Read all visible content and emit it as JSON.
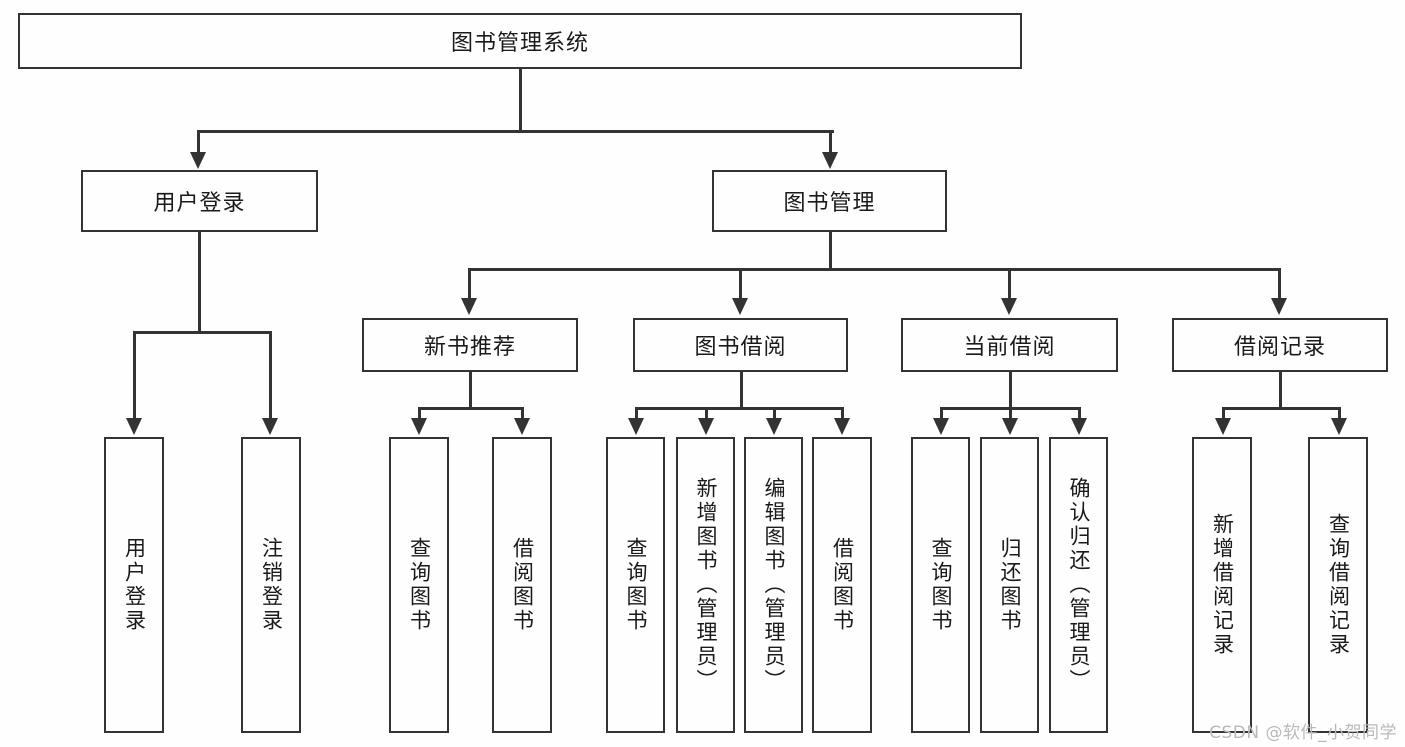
{
  "diagram": {
    "title": "图书管理系统",
    "type": "hierarchy-tree",
    "watermark": "CSDN @软件_小贺同学",
    "colors": {
      "line": "#333333",
      "box_border": "#333333",
      "box_fill": "#fefefe",
      "text": "#1a1a1a",
      "watermark": "#b9b9b9"
    },
    "levels": {
      "root": {
        "label": "图书管理系统"
      },
      "level2": [
        {
          "label": "用户登录"
        },
        {
          "label": "图书管理"
        }
      ],
      "level3": [
        {
          "label": "新书推荐"
        },
        {
          "label": "图书借阅"
        },
        {
          "label": "当前借阅"
        },
        {
          "label": "借阅记录"
        }
      ],
      "leaves": {
        "user_login": [
          {
            "label": "用户登录"
          },
          {
            "label": "注销登录"
          }
        ],
        "new_book_recommend": [
          {
            "label": "查询图书"
          },
          {
            "label": "借阅图书"
          }
        ],
        "book_borrow": [
          {
            "label": "查询图书"
          },
          {
            "label": "新增图书（管理员）"
          },
          {
            "label": "编辑图书（管理员）"
          },
          {
            "label": "借阅图书"
          }
        ],
        "current_borrow": [
          {
            "label": "查询图书"
          },
          {
            "label": "归还图书"
          },
          {
            "label": "确认归还（管理员）"
          }
        ],
        "borrow_record": [
          {
            "label": "新增借阅记录"
          },
          {
            "label": "查询借阅记录"
          }
        ]
      }
    }
  }
}
